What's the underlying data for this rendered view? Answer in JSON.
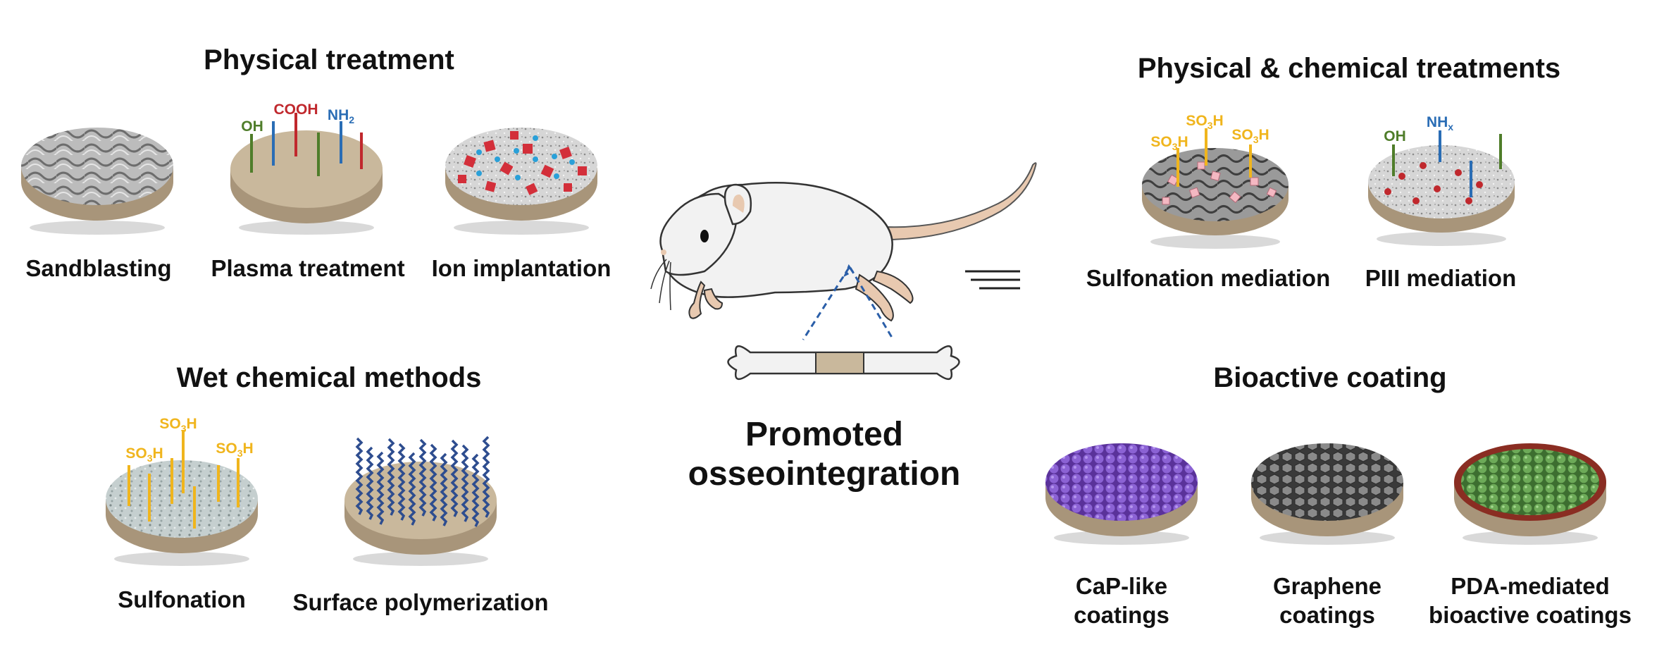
{
  "colors": {
    "disk_body": "#c9b89c",
    "disk_side": "#a8957a",
    "oh": "#4f7d2a",
    "cooh": "#c0282d",
    "nh": "#2a6db5",
    "so3h": "#f0b51d",
    "dashed": "#2a5ea8",
    "capsule": "#7a4ec0",
    "graphene": "#707070",
    "pda_rim": "#8a2d22",
    "pda_bead": "#5a9a48",
    "ion_red": "#d32f3a",
    "ion_blue": "#2aa0d8",
    "polymer": "#2e4d8f",
    "tail": "#e8c9b0"
  },
  "left": {
    "physical": {
      "title": "Physical treatment",
      "items": [
        "Sandblasting",
        "Plasma treatment",
        "Ion implantation"
      ],
      "groups": {
        "oh": "OH",
        "cooh": "COOH",
        "nh2_main": "NH",
        "nh2_sub": "2"
      }
    },
    "wet": {
      "title": "Wet chemical methods",
      "items": [
        "Sulfonation",
        "Surface polymerization"
      ],
      "so3h_main": "SO",
      "so3h_sub": "3",
      "so3h_end": "H"
    }
  },
  "center": {
    "line1": "Promoted",
    "line2": "osseointegration"
  },
  "right": {
    "physchem": {
      "title": "Physical & chemical treatments",
      "items": [
        "Sulfonation mediation",
        "PIII mediation"
      ],
      "groups": {
        "oh": "OH",
        "nhx_main": "NH",
        "nhx_sub": "x"
      }
    },
    "bioactive": {
      "title": "Bioactive coating",
      "items": [
        {
          "line1": "CaP-like",
          "line2": "coatings"
        },
        {
          "line1": "Graphene",
          "line2": "coatings"
        },
        {
          "line1": "PDA-mediated",
          "line2": "bioactive coatings"
        }
      ]
    }
  }
}
